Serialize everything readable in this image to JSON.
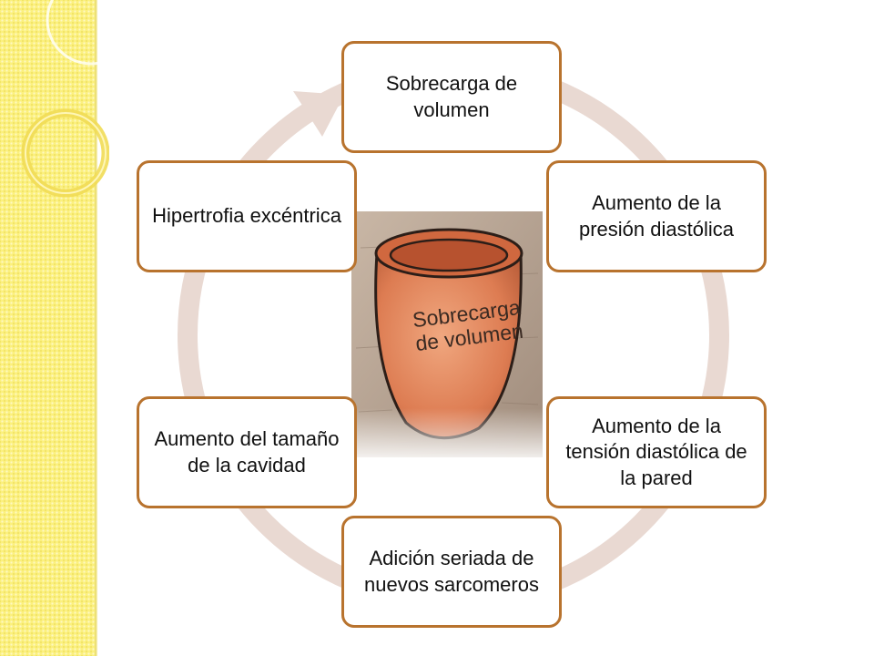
{
  "diagram": {
    "nodes": [
      {
        "label": "Sobrecarga de volumen"
      },
      {
        "label": "Aumento de la presión diastólica"
      },
      {
        "label": "Aumento de la tensión diastólica de la pared"
      },
      {
        "label": "Adición seriada de nuevos sarcomeros"
      },
      {
        "label": "Aumento del tamaño de la cavidad"
      },
      {
        "label": "Hipertrofia excéntrica"
      }
    ],
    "center_image": {
      "label": "Sobrecarga de volumen"
    }
  },
  "colors": {
    "node_border": "#b8732e",
    "cycle_ring": "#e9d9d2",
    "sidebar": "#fbf07e"
  }
}
